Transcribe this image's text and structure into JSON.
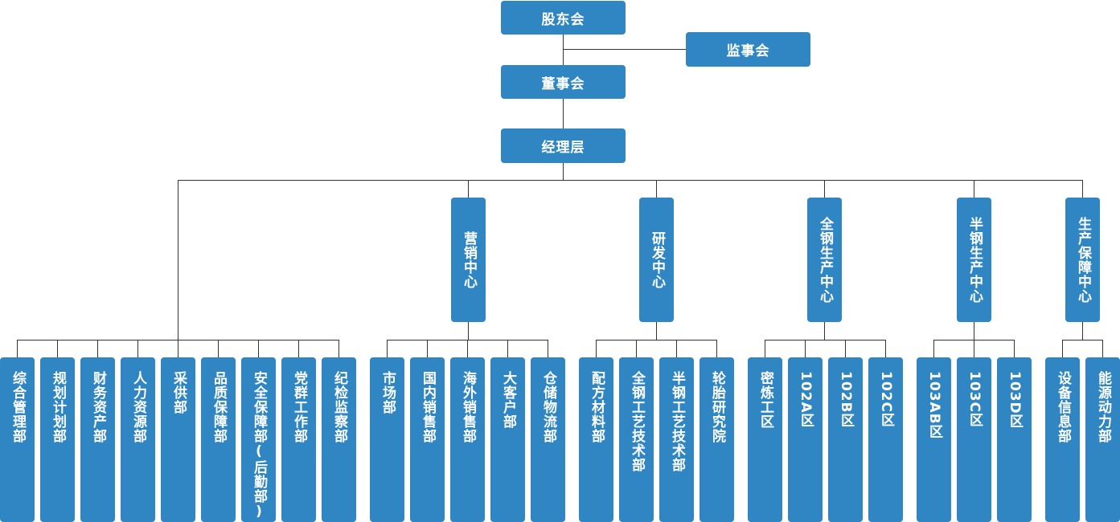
{
  "colors": {
    "box": "#2f86c2",
    "line": "#333333",
    "text": "#ffffff"
  },
  "top": {
    "shareholders": "股东会",
    "supervisors": "监事会",
    "board": "董事会",
    "management": "经理层"
  },
  "centers": {
    "marketing": "营销中心",
    "rnd": "研发中心",
    "all_steel": "全钢生产中心",
    "semi_steel": "半钢生产中心",
    "support": "生产保障中心"
  },
  "depts": {
    "direct": [
      "综合管理部",
      "规划计划部",
      "财务资产部",
      "人力资源部",
      "采供部",
      "品质保障部",
      "安全保障部(后勤部)",
      "党群工作部",
      "纪检监察部"
    ],
    "marketing": [
      "市场部",
      "国内销售部",
      "海外销售部",
      "大客户部",
      "仓储物流部"
    ],
    "rnd": [
      "配方材料部",
      "全钢工艺技术部",
      "半钢工艺技术部",
      "轮胎研究院"
    ],
    "all_steel": [
      "密炼工区",
      "102A区",
      "102B区",
      "102C区"
    ],
    "semi_steel": [
      "103AB区",
      "103C区",
      "103D区"
    ],
    "support": [
      "设备信息部",
      "能源动力部"
    ]
  }
}
